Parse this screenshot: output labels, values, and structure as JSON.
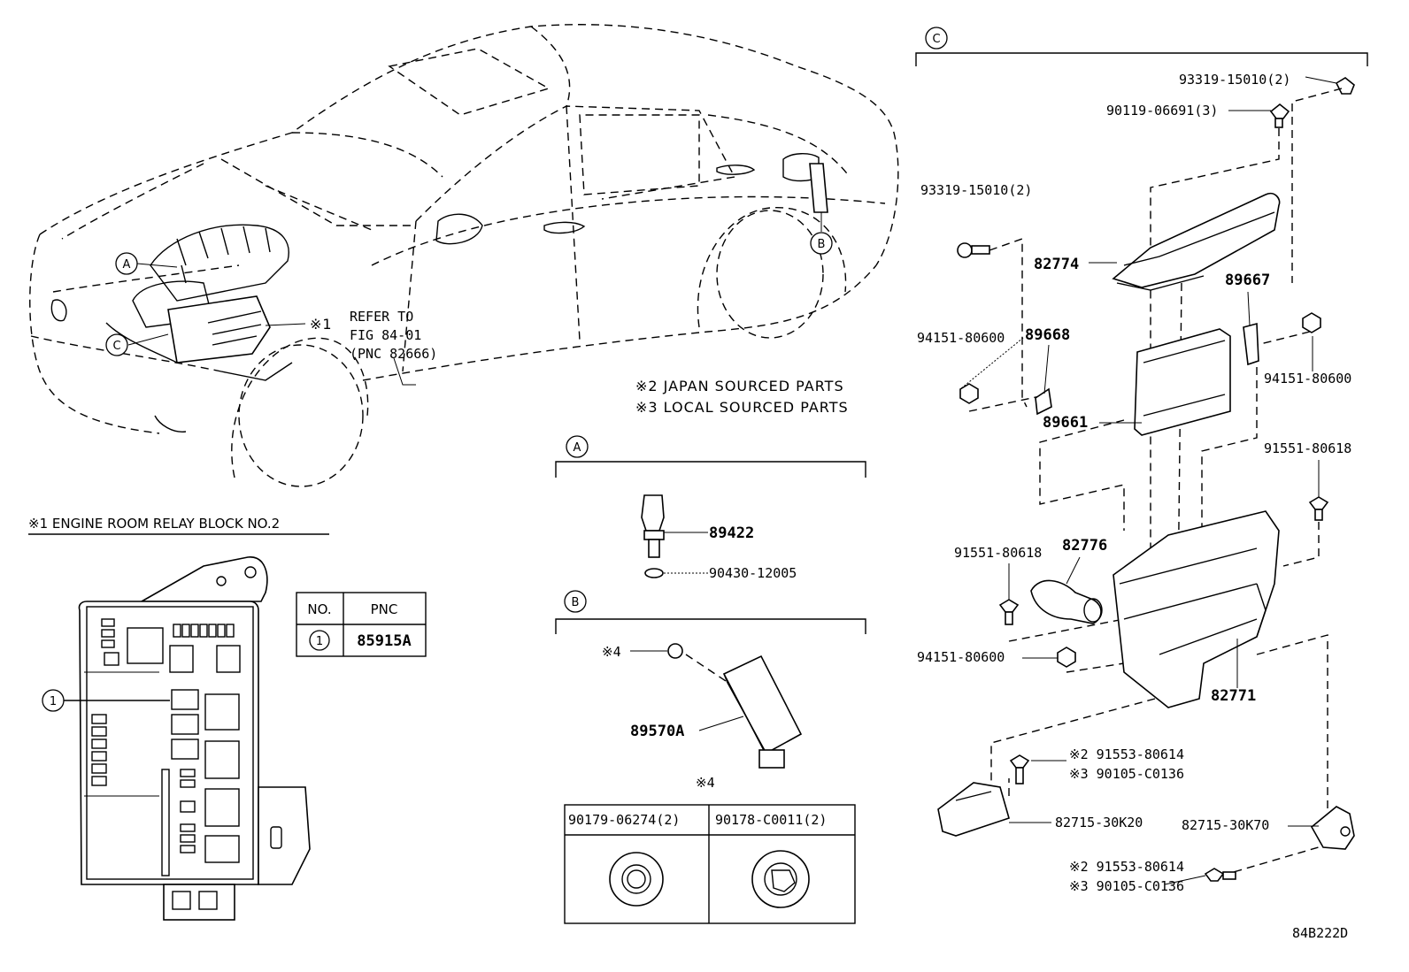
{
  "diagram_code": "84B222D",
  "notes": {
    "japan": "※2 JAPAN SOURCED PARTS",
    "local": "※3 LOCAL SOURCED PARTS",
    "refer_line1": "REFER TO",
    "refer_line2": "FIG 84-01",
    "refer_line3": "(PNC 82666)",
    "mark1": "※1",
    "relay_block_title": "※1 ENGINE ROOM RELAY BLOCK NO.2"
  },
  "callouts": {
    "a": "A",
    "b": "B",
    "c": "C",
    "one": "1"
  },
  "pnc_table": {
    "col_no": "NO.",
    "col_pnc": "PNC",
    "row_no": "1",
    "row_pnc": "85915A"
  },
  "section_a": {
    "p1": "89422",
    "p2": "90430-12005"
  },
  "section_b": {
    "mark4": "※4",
    "p1": "89570A"
  },
  "nut_table": {
    "mark4": "※4",
    "col1": "90179-06274(2)",
    "col2": "90178-C0011(2)"
  },
  "section_c": {
    "p_93319_top": "93319-15010(2)",
    "p_90119": "90119-06691(3)",
    "p_93319_left": "93319-15010(2)",
    "p_82774": "82774",
    "p_89667": "89667",
    "p_94151_l": "94151-80600",
    "p_89668": "89668",
    "p_94151_r": "94151-80600",
    "p_89661": "89661",
    "p_91551_r": "91551-80618",
    "p_91551_l": "91551-80618",
    "p_82776": "82776",
    "p_94151_b": "94151-80600",
    "p_82771": "82771",
    "p_91553_a": "※2 91553-80614",
    "p_90105_a": "※3 90105-C0136",
    "p_82715_k20": "82715-30K20",
    "p_82715_k70": "82715-30K70",
    "p_91553_b": "※2 91553-80614",
    "p_90105_b": "※3 90105-C0136"
  }
}
